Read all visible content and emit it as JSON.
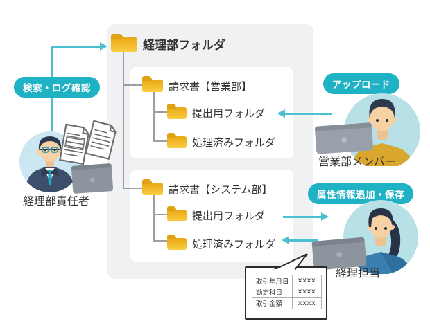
{
  "tree": {
    "root": {
      "label": "経理部フォルダ"
    },
    "cards": [
      {
        "root_label": "請求書【営業部】",
        "children": [
          {
            "label": "提出用フォルダ"
          },
          {
            "label": "処理済みフォルダ"
          }
        ]
      },
      {
        "root_label": "請求書【システム部】",
        "children": [
          {
            "label": "提出用フォルダ"
          },
          {
            "label": "処理済みフォルダ"
          }
        ]
      }
    ]
  },
  "actors": {
    "manager": {
      "badge": "検索・ログ確認",
      "label": "経理部責任者"
    },
    "sales": {
      "badge": "アップロード",
      "label": "営業部メンバー"
    },
    "accounting": {
      "badge": "属性情報追加・保存",
      "label": "経理担当"
    }
  },
  "callout": {
    "rows": [
      {
        "label": "取引年月日",
        "value": "xxxx"
      },
      {
        "label": "勘定科目",
        "value": "xxxx"
      },
      {
        "label": "取引金額",
        "value": "xxxx"
      }
    ]
  },
  "icons": {
    "folder": "folder-icon",
    "documents": "documents-icon",
    "laptop": "laptop-icon",
    "person": "person-avatar"
  },
  "palette": {
    "badge_teal": "#1fb1c4",
    "arrow_teal": "#4bc0d1",
    "folder_yellow": "#f1b827",
    "panel_gray": "#f0f1f3",
    "connector_gray": "#9b9fa3",
    "text": "#333333",
    "avatar_circle_blue": "#cbe7f2",
    "avatar_circle_teal": "#b7e1e7"
  }
}
